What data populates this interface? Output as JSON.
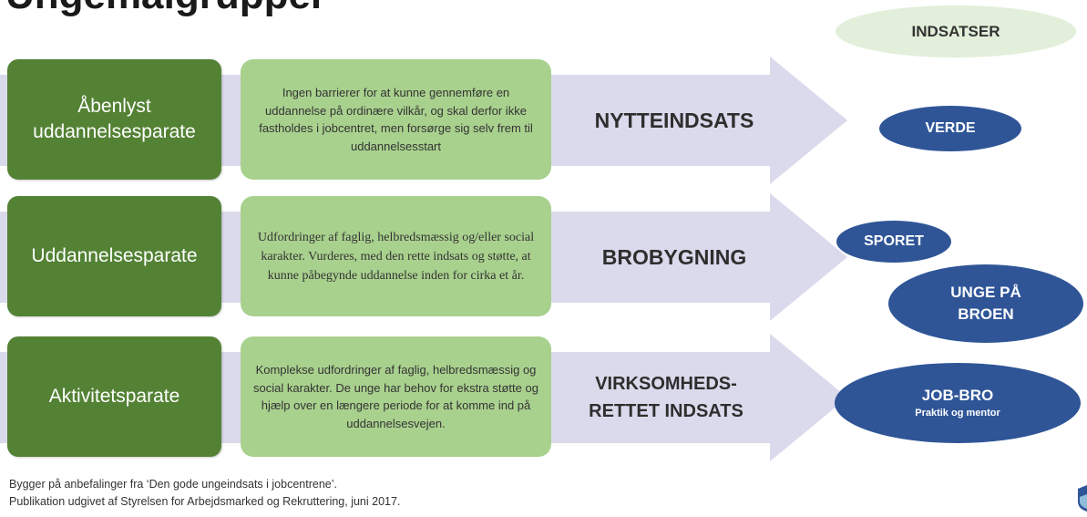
{
  "title": "Ungemålgrupper",
  "indsatser_header": "INDSATSER",
  "rows": [
    {
      "category": "Åbenlyst uddannelsesparate",
      "description": "Ingen barrierer for at kunne gennemføre en uddannelse på ordinære vilkår, og skal derfor ikke fastholdes i jobcentret, men forsørge sig selv frem til uddannelsesstart",
      "label": "NYTTEINDSATS"
    },
    {
      "category": "Uddannelsesparate",
      "description": "Udfordringer af faglig, helbredsmæssig og/eller social karakter. Vurderes, med den rette indsats og støtte, at kunne påbegynde uddannelse inden for cirka et år.",
      "label": "BROBYGNING"
    },
    {
      "category": "Aktivitetsparate",
      "description": "Komplekse udfordringer af faglig, helbredsmæssig og social karakter. De unge har behov for ekstra støtte og hjælp over en længere periode for at komme ind på uddannelsesvejen.",
      "label": "VIRKSOMHEDS-RETTET INDSATS"
    }
  ],
  "ovals": {
    "verde": "VERDE",
    "sporet": "SPORET",
    "unge_paa_broen": "UNGE PÅ BROEN",
    "job_bro": "JOB-BRO",
    "job_bro_sub": "Praktik og mentor"
  },
  "footer": {
    "line1": "Bygger på anbefalinger fra ‘Den gode ungeindsats i jobcentrene’.",
    "line2": "Publikation udgivet af Styrelsen for Arbejdsmarked og Rekruttering, juni 2017."
  },
  "colors": {
    "arrow": "#dadaec",
    "category_box": "#548235",
    "description_box": "#a9d18e",
    "oval": "#2f5597",
    "header_ellipse": "#e2efda"
  }
}
